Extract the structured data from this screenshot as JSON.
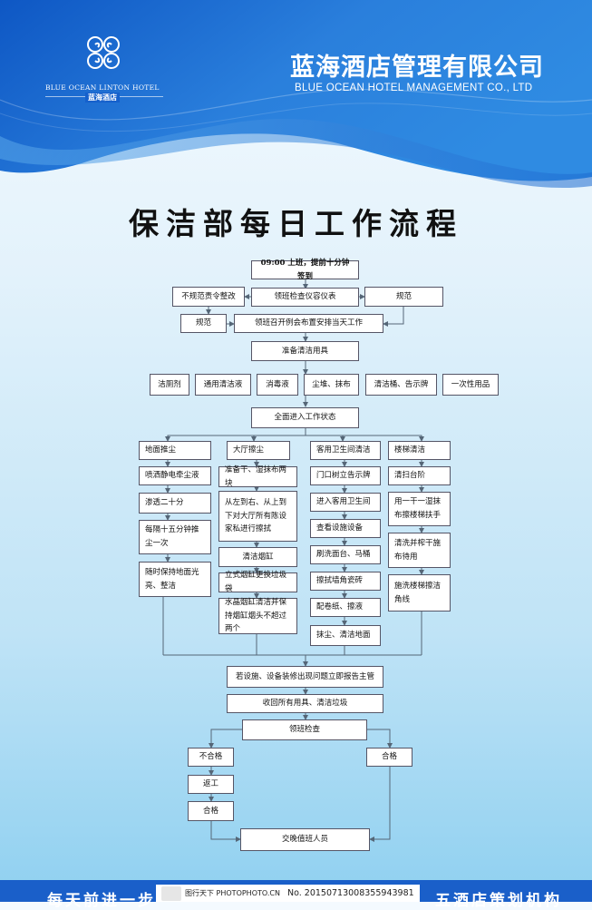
{
  "brand": {
    "logo_en": "BLUE OCEAN LINTON HOTEL",
    "logo_cn": "蓝海酒店",
    "company_cn": "蓝海酒店管理有限公司",
    "company_en": "BLUE OCEAN HOTEL MANAGEMENT CO., LTD"
  },
  "title": "保洁部每日工作流程",
  "flow": {
    "start": "09:00 上班，提前十分钟签到",
    "row2": {
      "left": "不规范责令整改",
      "center": "领班检查仪容仪表",
      "right": "规范"
    },
    "row3": {
      "left": "规范",
      "center": "领班召开例会布置安排当天工作"
    },
    "prepare": "准备清洁用具",
    "tools": [
      "洁厕剂",
      "通用清洁液",
      "消毒液",
      "尘堆、抹布",
      "清洁桶、告示牌",
      "一次性用品"
    ],
    "enter": "全面进入工作状态",
    "col1": [
      "地面推尘",
      "喷洒静电牵尘液",
      "渗透二十分",
      "每隔十五分钟推尘一次",
      "随时保持地面光亮、整洁"
    ],
    "col2": [
      "大厅擦尘",
      "准备干、湿抹布两块",
      "从左到右、从上到下对大厅所有陈设家私进行擦拭",
      "清洁烟缸",
      "立式烟缸更换垃圾袋",
      "水晶烟缸清洁并保持烟缸烟头不超过两个"
    ],
    "col3": [
      "客用卫生间清洁",
      "门口树立告示牌",
      "进入客用卫生间",
      "查看设施设备",
      "刷洗面台、马桶",
      "擦拭墙角瓷砖",
      "配卷纸、擦液",
      "抹尘、清洁地面"
    ],
    "col4": [
      "楼梯清洁",
      "清扫台阶",
      "用一干一湿抹布擦楼梯扶手",
      "清洗并榨干施布待用",
      "施洗楼梯擦洁角线"
    ],
    "report": "若设施、设备装修出现问题立即报告主管",
    "collect": "收回所有用具、清洁垃圾",
    "inspect": "领班检查",
    "fail": "不合格",
    "rework": "返工",
    "pass_left": "合格",
    "pass_right": "合格",
    "handover": "交晚值班人员"
  },
  "footer": {
    "slogan_left": "每天前进一步",
    "slogan_right": "五酒店策划机构",
    "watermark": "图行天下 PHOTOPHOTO.CN",
    "watermark_no": "No. 20150713008355943981"
  },
  "colors": {
    "header_blue": "#1a5fc9",
    "line": "#556677"
  }
}
